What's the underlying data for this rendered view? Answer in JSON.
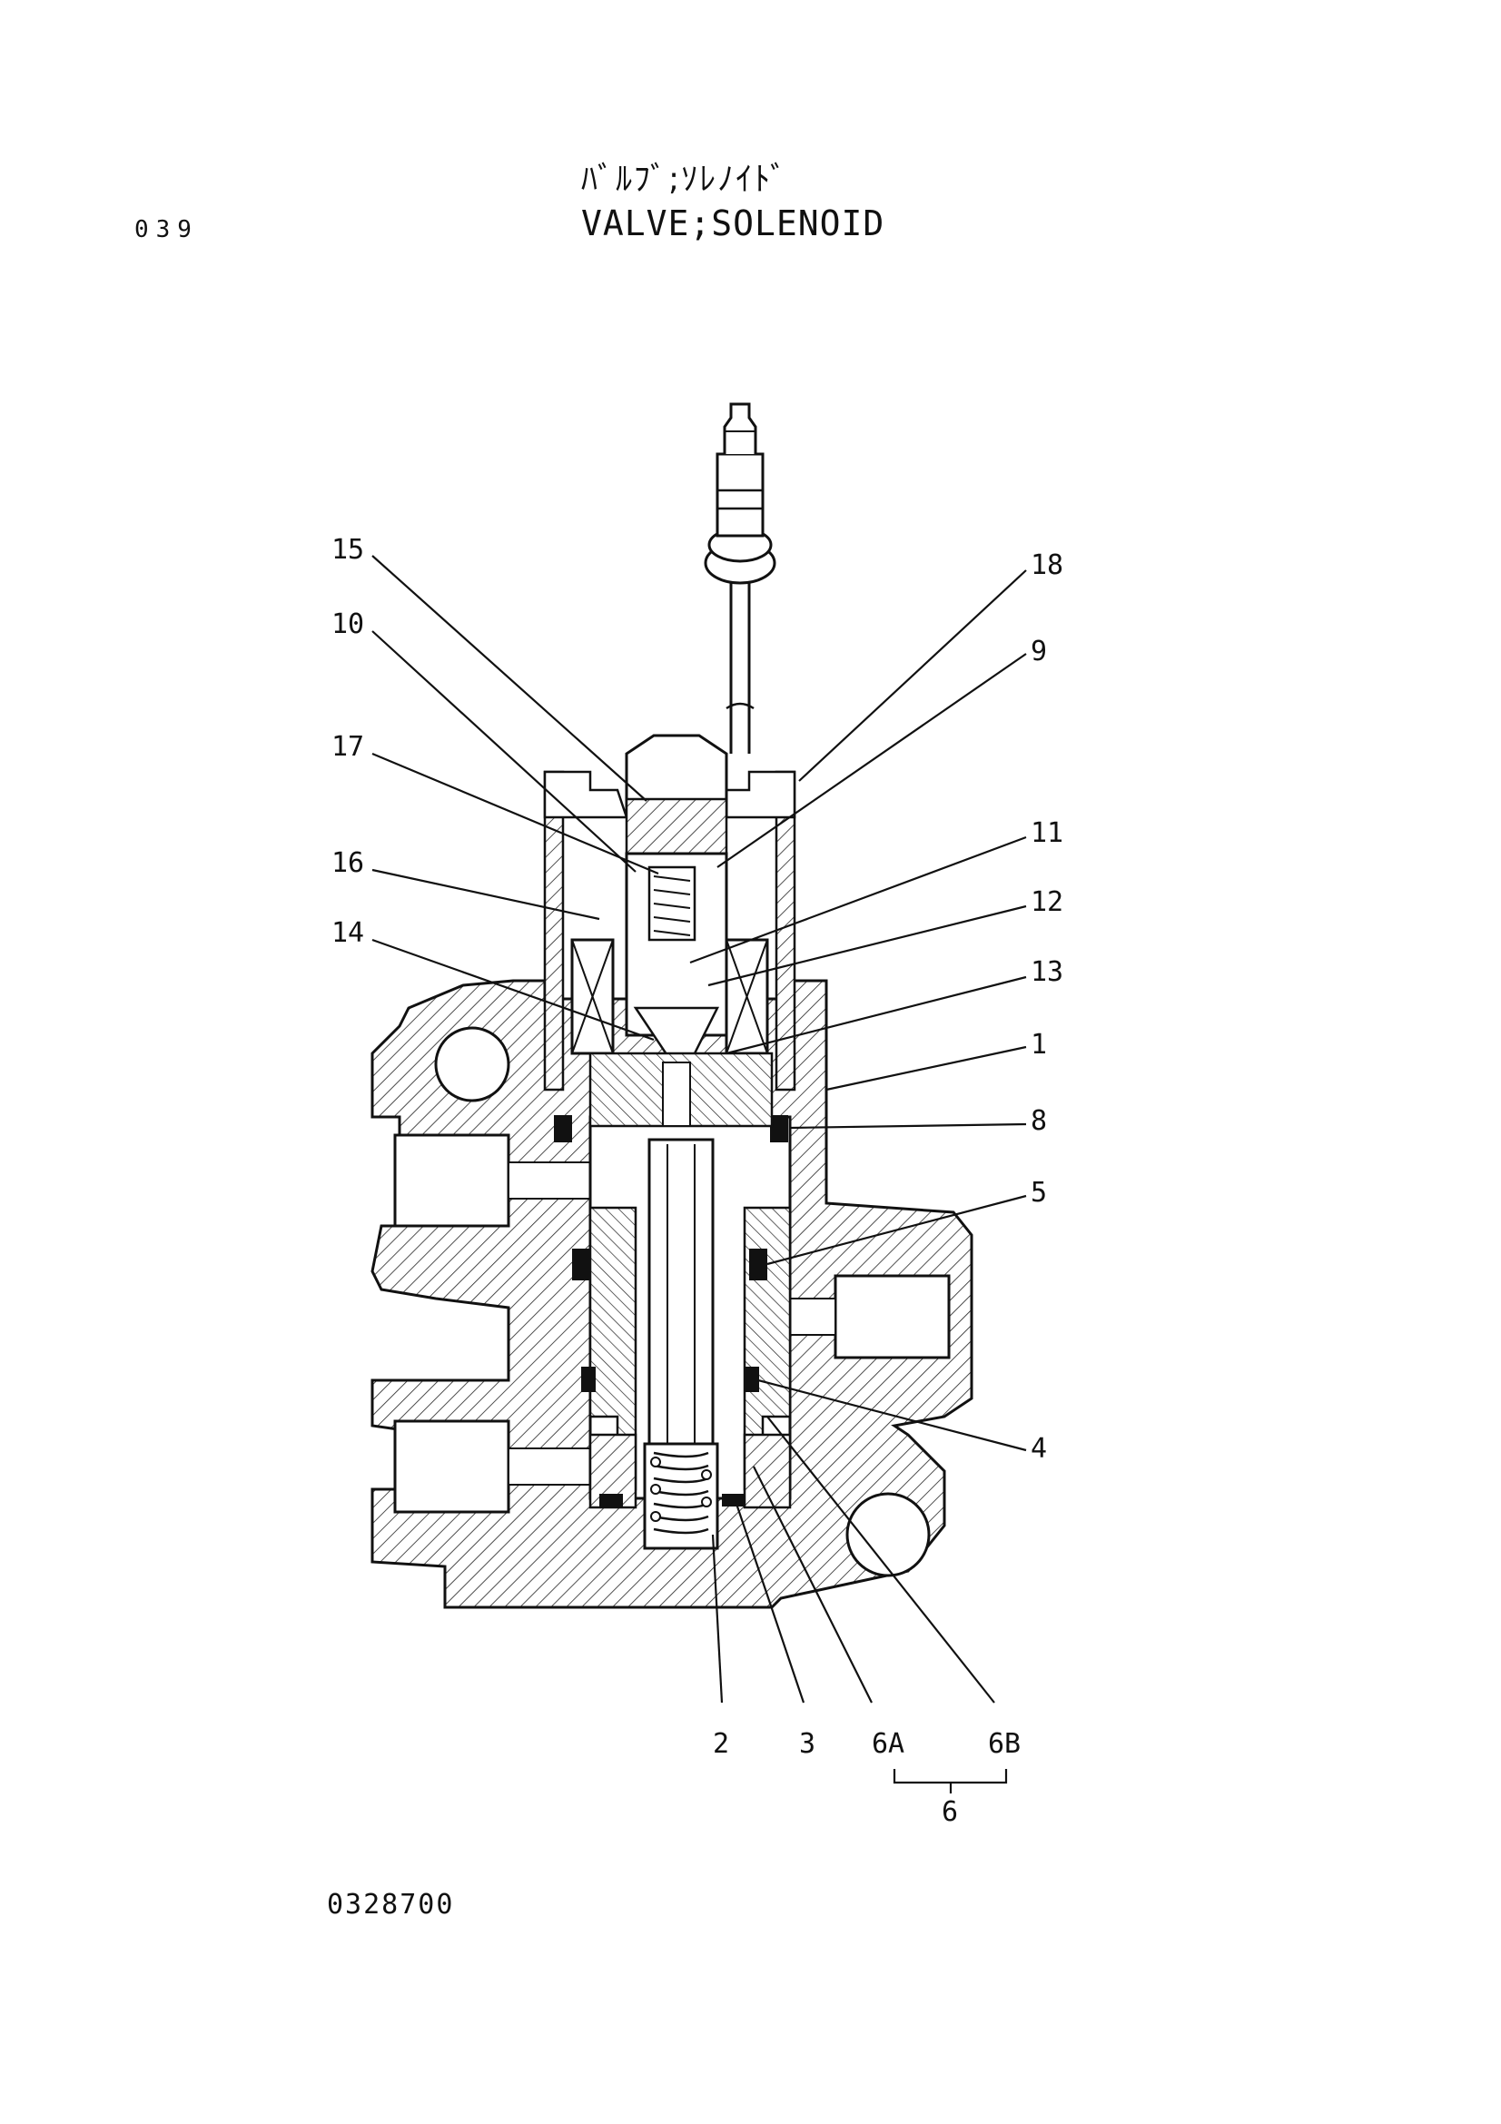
{
  "header": {
    "page_number": "039",
    "title_jp": "ﾊﾞﾙﾌﾞ;ｿﾚﾉｲﾄﾞ",
    "title_en": "VALVE;SOLENOID"
  },
  "callouts": [
    {
      "id": "c15",
      "label": "15"
    },
    {
      "id": "c10",
      "label": "10"
    },
    {
      "id": "c17",
      "label": "17"
    },
    {
      "id": "c16",
      "label": "16"
    },
    {
      "id": "c14",
      "label": "14"
    },
    {
      "id": "c18",
      "label": "18"
    },
    {
      "id": "c9",
      "label": "9"
    },
    {
      "id": "c11",
      "label": "11"
    },
    {
      "id": "c12",
      "label": "12"
    },
    {
      "id": "c13",
      "label": "13"
    },
    {
      "id": "c1",
      "label": "1"
    },
    {
      "id": "c8",
      "label": "8"
    },
    {
      "id": "c5",
      "label": "5"
    },
    {
      "id": "c4",
      "label": "4"
    },
    {
      "id": "c2",
      "label": "2"
    },
    {
      "id": "c3",
      "label": "3"
    },
    {
      "id": "c6A",
      "label": "6A"
    },
    {
      "id": "c6B",
      "label": "6B"
    },
    {
      "id": "c6",
      "label": "6"
    }
  ],
  "footer": {
    "drawing_number": "0328700"
  }
}
